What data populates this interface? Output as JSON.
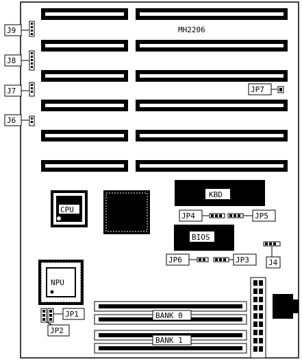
{
  "board": {
    "model": "MH2206"
  },
  "jumpers": {
    "j9": "J9",
    "j8": "J8",
    "j7": "J7",
    "j6": "J6",
    "jp7": "JP7",
    "jp4": "JP4",
    "jp5": "JP5",
    "jp6": "JP6",
    "jp3": "JP3",
    "j4": "J4",
    "jp1": "JP1",
    "jp2": "JP2"
  },
  "chips": {
    "cpu": "CPU",
    "kbd": "KBD",
    "bios": "BIOS",
    "npu": "NPU"
  },
  "memory": {
    "bank0": "BANK 0",
    "bank1": "BANK 1"
  }
}
